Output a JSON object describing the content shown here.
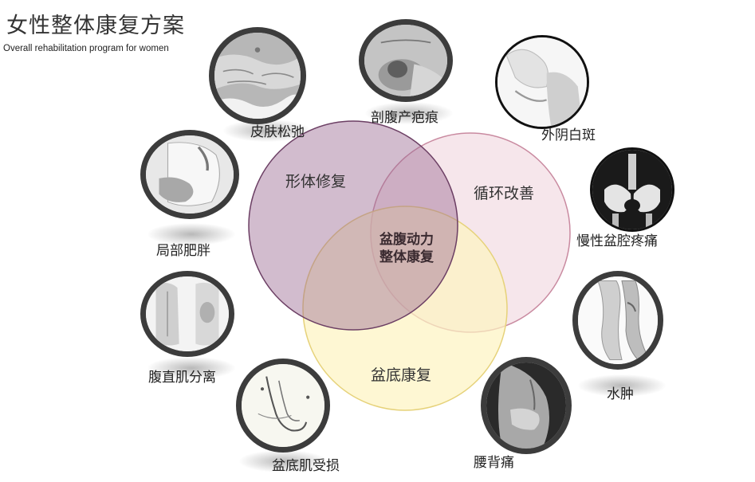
{
  "header": {
    "title": "女性整体康复方案",
    "subtitle": "Overall rehabilitation program for women"
  },
  "venn": {
    "top_left": "形体修复",
    "top_right": "循环改善",
    "bottom": "盆底康复",
    "center_line1": "盆腹动力",
    "center_line2": "整体康复",
    "colors": {
      "top_left": "#a47a9c",
      "top_right": "#f3dbe3",
      "bottom": "#fdf4c6"
    }
  },
  "conditions": [
    {
      "label": "皮肤松弛",
      "icon": "loose-skin-photo"
    },
    {
      "label": "剖腹产疤痕",
      "icon": "c-section-scar-photo"
    },
    {
      "label": "外阴白斑",
      "icon": "vulvar-leukoplakia-photo"
    },
    {
      "label": "慢性盆腔疼痛",
      "icon": "pelvic-pain-photo"
    },
    {
      "label": "局部肥胖",
      "icon": "local-obesity-photo"
    },
    {
      "label": "腹直肌分离",
      "icon": "diastasis-recti-photo"
    },
    {
      "label": "水肿",
      "icon": "edema-photo"
    },
    {
      "label": "盆底肌受损",
      "icon": "pelvic-floor-damage-photo"
    },
    {
      "label": "腰背痛",
      "icon": "back-pain-photo"
    }
  ]
}
